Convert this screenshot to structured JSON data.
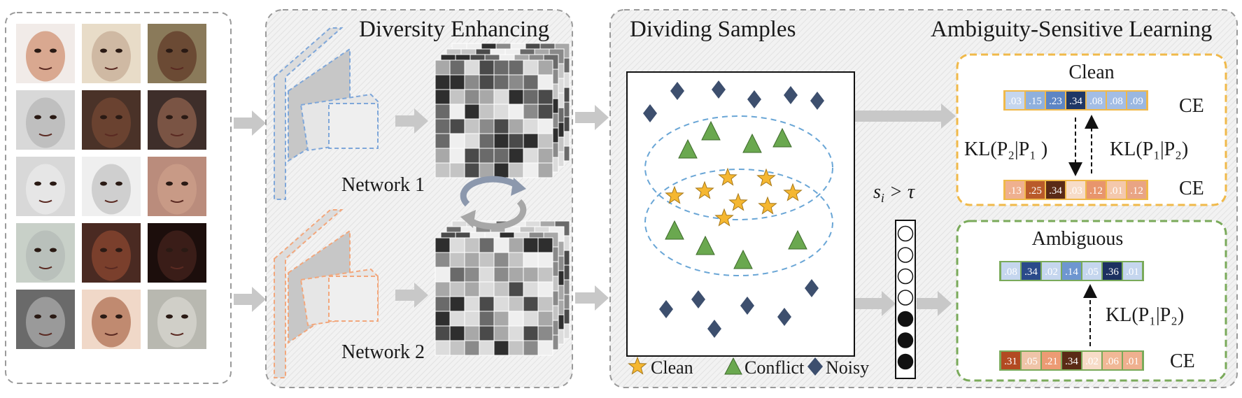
{
  "titles": {
    "diversity": "Diversity Enhancing",
    "dividing": "Dividing Samples",
    "ambiguity": "Ambiguity-Sensitive Learning"
  },
  "networks": {
    "net1": "Network 1",
    "net2": "Network 2"
  },
  "face_tiles": [
    "face-1",
    "face-2",
    "face-3",
    "face-4",
    "face-5",
    "face-6",
    "face-7",
    "face-8",
    "face-9",
    "face-10",
    "face-11",
    "face-12",
    "face-13",
    "face-14",
    "face-15"
  ],
  "threshold": {
    "s": "s",
    "sub": "i",
    "rest": " > τ"
  },
  "legend": {
    "clean": "Clean",
    "conflict": "Conflict",
    "noisy": "Noisy"
  },
  "clean_box": {
    "title": "Clean",
    "row1": [
      ".03",
      ".15",
      ".23",
      ".34",
      ".08",
      ".08",
      ".09"
    ],
    "row2": [
      ".13",
      ".25",
      ".34",
      ".03",
      ".12",
      ".01",
      ".12"
    ],
    "ce1": "CE",
    "ce2": "CE",
    "kl_left": "KL(P₂|P₁ )",
    "kl_right": "KL(P₁|P₂)"
  },
  "ambiguous_box": {
    "title": "Ambiguous",
    "row1": [
      ".08",
      ".34",
      ".02",
      ".14",
      ".05",
      ".36",
      ".01"
    ],
    "row2": [
      ".31",
      ".05",
      ".21",
      ".34",
      ".02",
      ".06",
      ".01"
    ],
    "ce": "CE",
    "kl": "KL(P₁|P₂)"
  },
  "colors": {
    "clean_border": "#f0b94a",
    "ambiguous_border": "#7aaa5a",
    "net1": "#7fa7d9",
    "net2": "#f2a77c",
    "ellipse": "#6aa6d6",
    "diamond": "#3d4f6e",
    "triangle": "#6aa84f",
    "star": "#f5b731"
  }
}
